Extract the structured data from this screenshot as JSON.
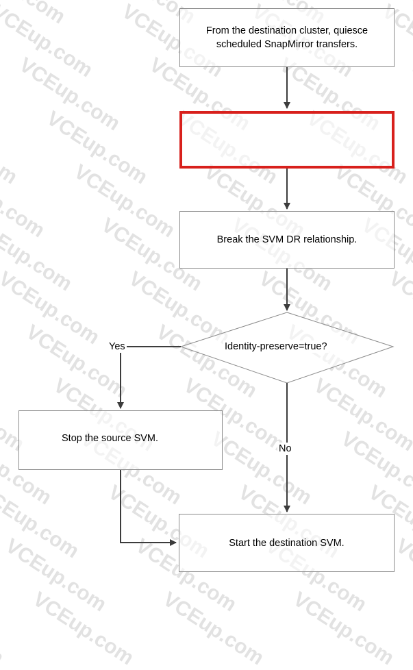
{
  "diagram": {
    "step_quiesce": "From the destination cluster, quiesce scheduled SnapMirror transfers.",
    "step_blank": "",
    "step_break": "Break the SVM DR relationship.",
    "decision": "Identity-preserve=true?",
    "label_yes": "Yes",
    "label_no": "No",
    "step_stop": "Stop the source SVM.",
    "step_start": "Start the destination SVM."
  },
  "watermark": {
    "text": "VCEup.com"
  },
  "colors": {
    "line": "#3c3c3c",
    "box_border": "#8a8a8a",
    "highlight_border": "#d8201c"
  }
}
